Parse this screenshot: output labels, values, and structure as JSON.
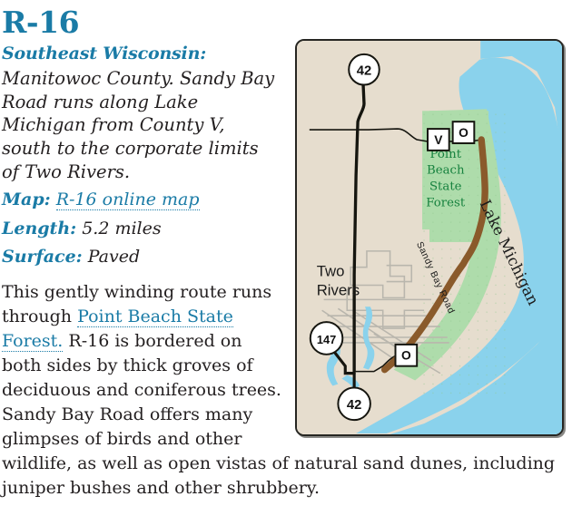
{
  "article": {
    "title": "R-16",
    "subtitle": "Southeast Wisconsin:",
    "lede": "Manitowoc County. Sandy Bay Road runs along Lake Michigan from County V, south to the corporate limits of Two Rivers.",
    "meta": [
      {
        "label": "Map:",
        "value": "R-16 online map",
        "value_is_link": true
      },
      {
        "label": "Length:",
        "value": "5.2 miles",
        "value_is_link": false
      },
      {
        "label": "Surface:",
        "value": "Paved",
        "value_is_link": false
      }
    ],
    "body_part1": "This gently winding route runs through ",
    "body_link": "Point Beach State Forest.",
    "body_part2": " R-16 is bordered on both sides by thick groves of deciduous and coniferous trees. Sandy Bay Road offers many glimpses of birds and other wildlife, as well as open vistas of natural sand dunes, including juniper bushes and other shrubbery."
  },
  "map": {
    "labels": {
      "lake": "Lake Michigan",
      "forest": [
        "Point",
        "Beach",
        "State",
        "Forest"
      ],
      "town": [
        "Two",
        "Rivers"
      ],
      "road_name": "Sandy Bay Road"
    },
    "shields": [
      {
        "id": "shield-42-north",
        "label": "42",
        "type": "circle"
      },
      {
        "id": "shield-147",
        "label": "147",
        "type": "circle"
      },
      {
        "id": "shield-42-south",
        "label": "42",
        "type": "circle"
      },
      {
        "id": "marker-v",
        "label": "V",
        "type": "square"
      },
      {
        "id": "marker-o-north",
        "label": "O",
        "type": "square"
      },
      {
        "id": "marker-o-south",
        "label": "O",
        "type": "square"
      }
    ],
    "colors": {
      "background": "#e6ddce",
      "lake": "#8ad2ec",
      "forest": "#aedcab",
      "route": "#8a5a2b",
      "highway": "#1a1a16",
      "border": "#262622",
      "accent_blue": "#1a7ba6",
      "forest_label": "#17823f"
    }
  }
}
